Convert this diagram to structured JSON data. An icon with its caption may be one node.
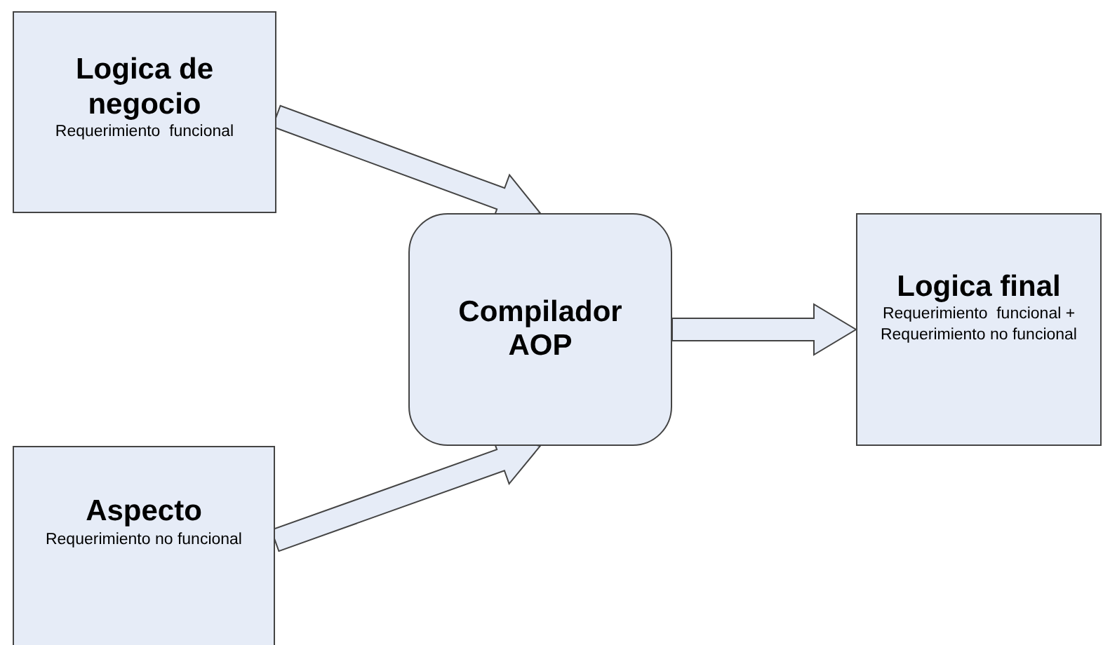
{
  "diagram": {
    "nodes": [
      {
        "text": [
          "Logica de negocio",
          "Requerimiento  funcional"
        ]
      },
      {
        "text": [
          "Aspecto",
          "Requerimiento no funcional"
        ]
      },
      {
        "text": [
          "Compilador AOP"
        ]
      },
      {
        "text": [
          "Logica final",
          "Requerimiento  funcional + Requerimiento no funcional"
        ]
      }
    ],
    "edges": [
      {
        "from": 0,
        "to": 2,
        "arrow": "to"
      },
      {
        "from": 1,
        "to": 2,
        "arrow": "to"
      },
      {
        "from": 2,
        "to": 3,
        "arrow": "to"
      }
    ]
  }
}
